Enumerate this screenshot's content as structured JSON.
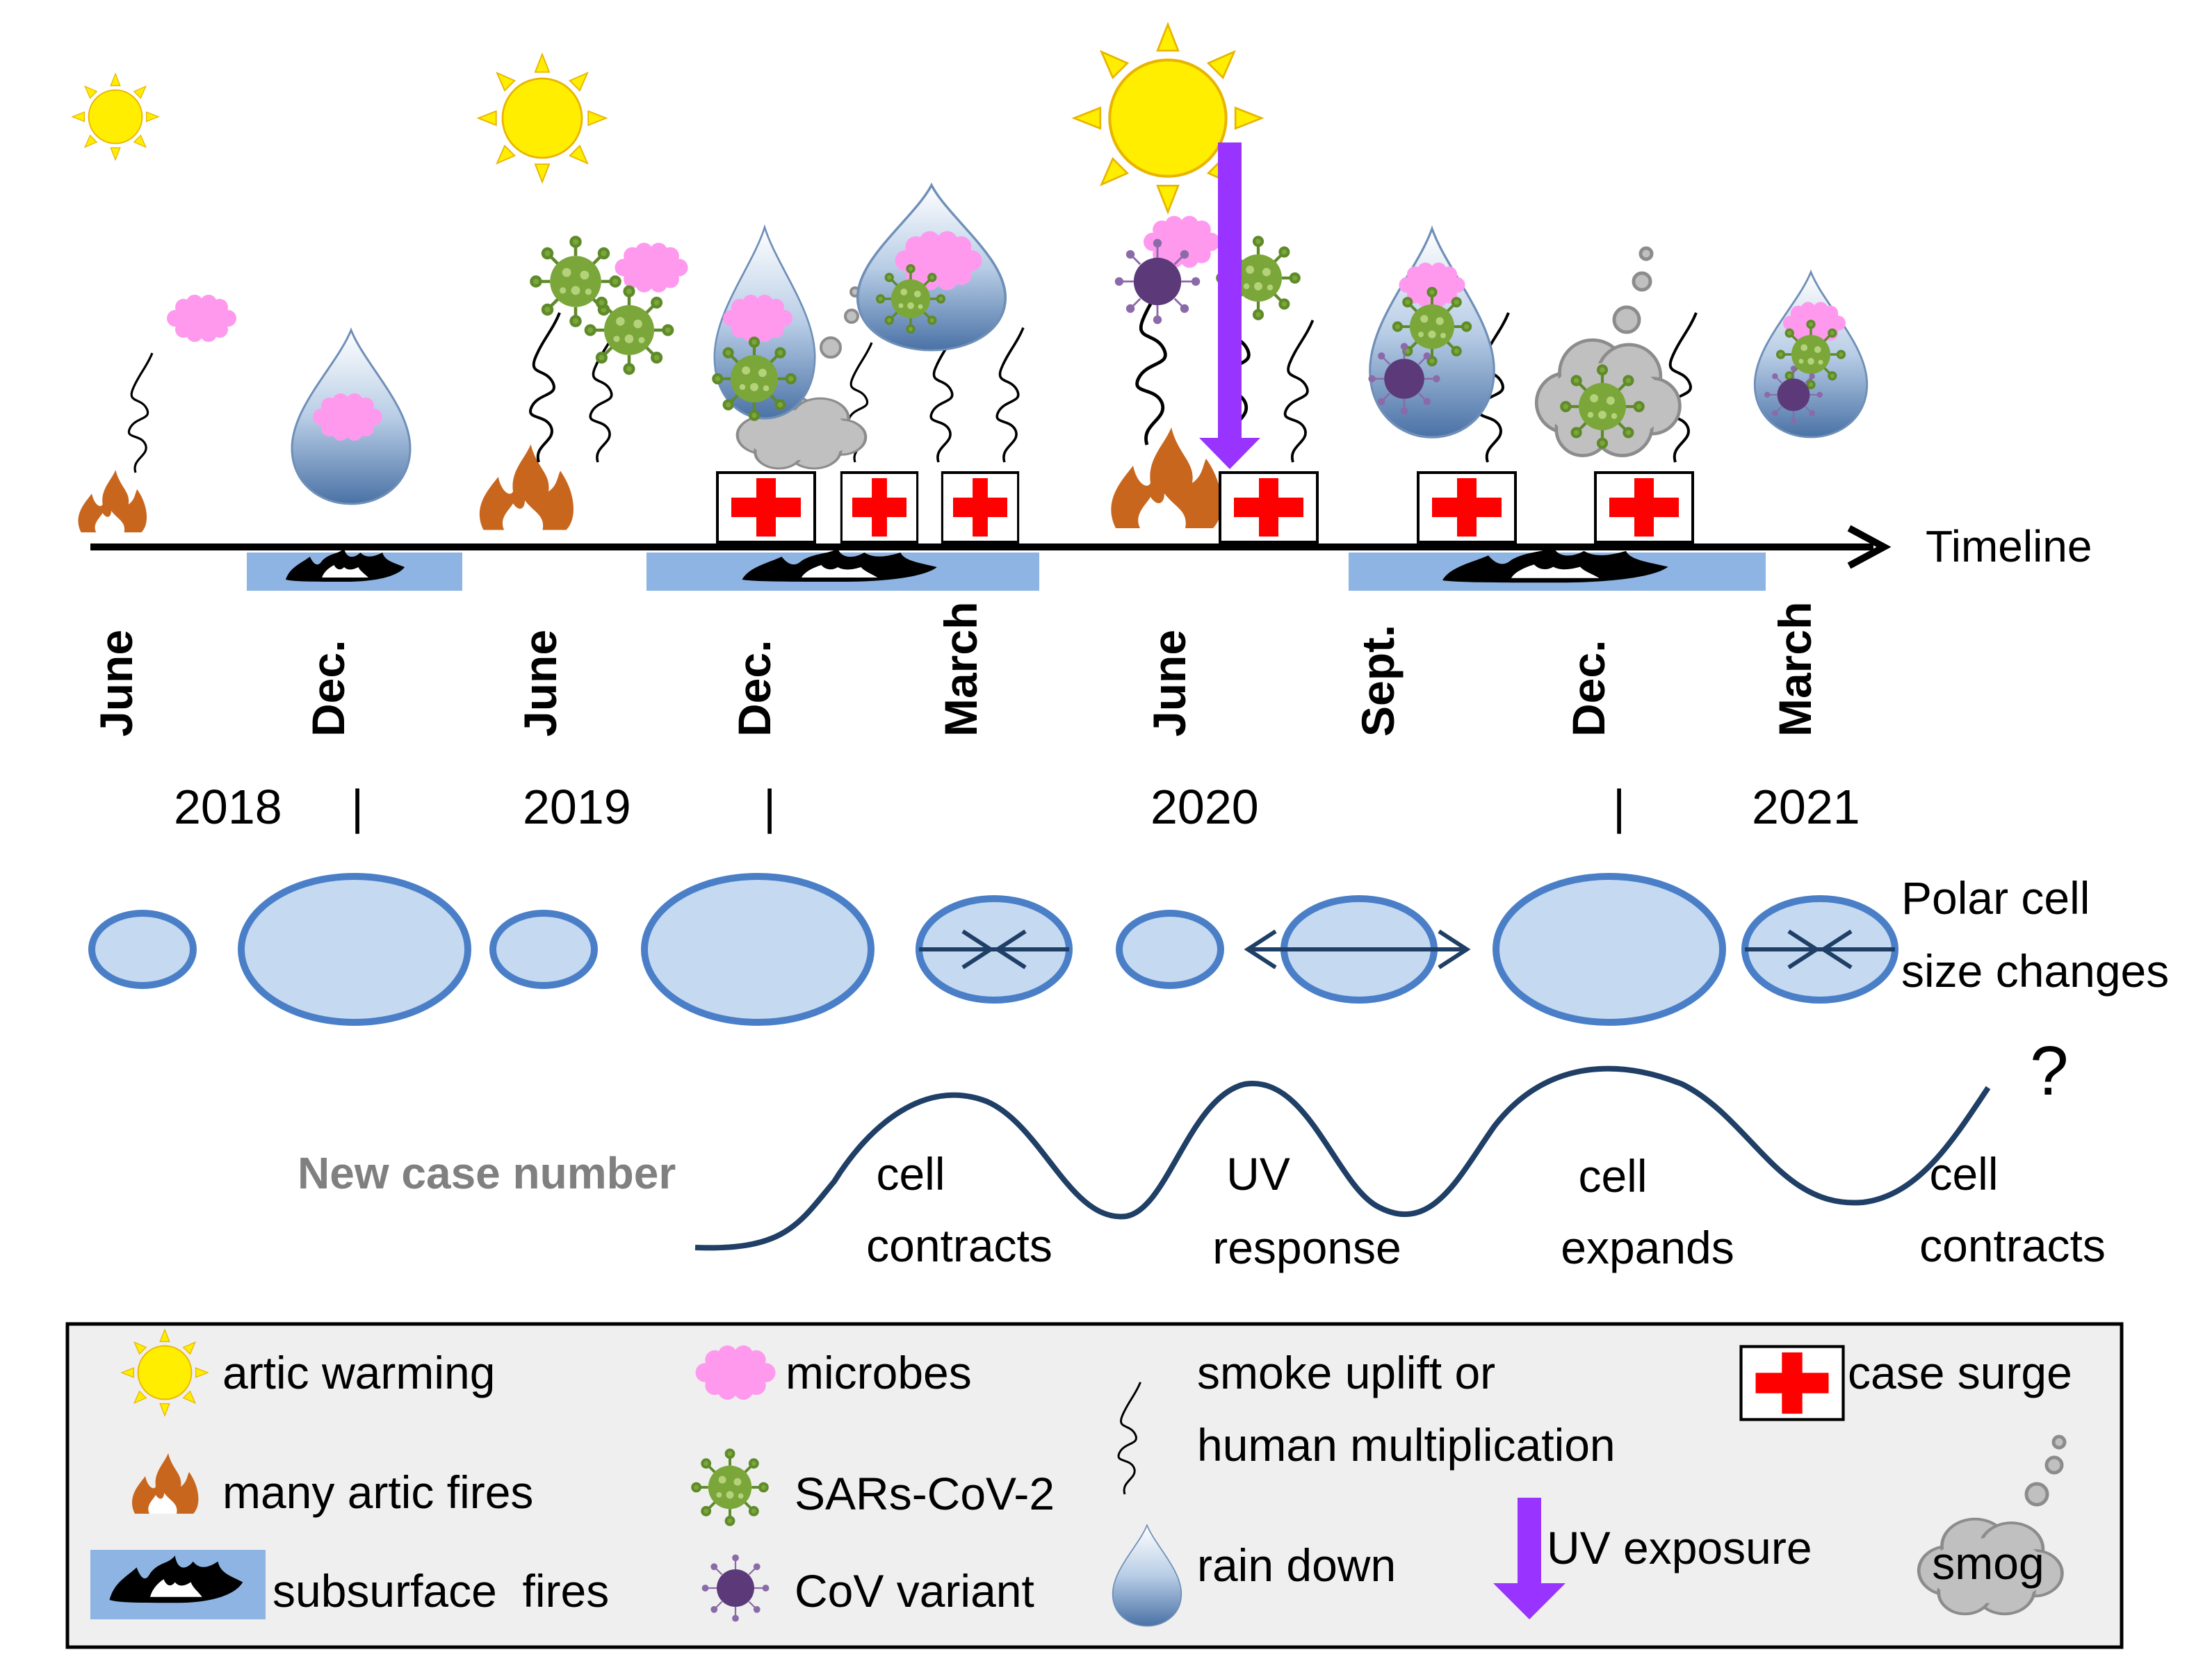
{
  "timeline": {
    "label": "Timeline",
    "months": [
      "June",
      "Dec.",
      "June",
      "Dec.",
      "March",
      "June",
      "Sept.",
      "Dec.",
      "March"
    ],
    "years": [
      "2018",
      "2019",
      "2020",
      "2021"
    ],
    "year_separator": "|"
  },
  "cells": {
    "label_line1": "Polar cell",
    "label_line2": "size changes"
  },
  "curve": {
    "label": "New case number",
    "question_mark": "?",
    "phases": [
      {
        "line1": "cell",
        "line2": "contracts"
      },
      {
        "line1": "UV",
        "line2": "response"
      },
      {
        "line1": "cell",
        "line2": "expands"
      },
      {
        "line1": "cell",
        "line2": "contracts"
      }
    ]
  },
  "legend": {
    "artic_warming": "artic warming",
    "microbes": "microbes",
    "smoke_line1": "smoke uplift or",
    "smoke_line2": "human multiplication",
    "case_surge": "case surge",
    "many_fires": "many artic fires",
    "sars": "SARs-CoV-2",
    "rain": "rain down",
    "uv": "UV exposure",
    "smog": "smog",
    "subsurface": "subsurface  fires",
    "variant": "CoV variant"
  },
  "colors": {
    "sun": "#ffee00",
    "sun_outline": "#e8b400",
    "fire": "#c8661e",
    "microbe": "#ff99ee",
    "virus": "#7aa63a",
    "variant": "#5c3a7a",
    "uv_arrow": "#9933ff",
    "cross": "#ff0000",
    "cell_fill": "#c5d9f1",
    "cell_stroke": "#4a7fc8",
    "curve": "#1f3f66",
    "subsurface_bg": "#8eb4e3",
    "smog": "#c0c0c0",
    "new_case_label": "#808080"
  }
}
